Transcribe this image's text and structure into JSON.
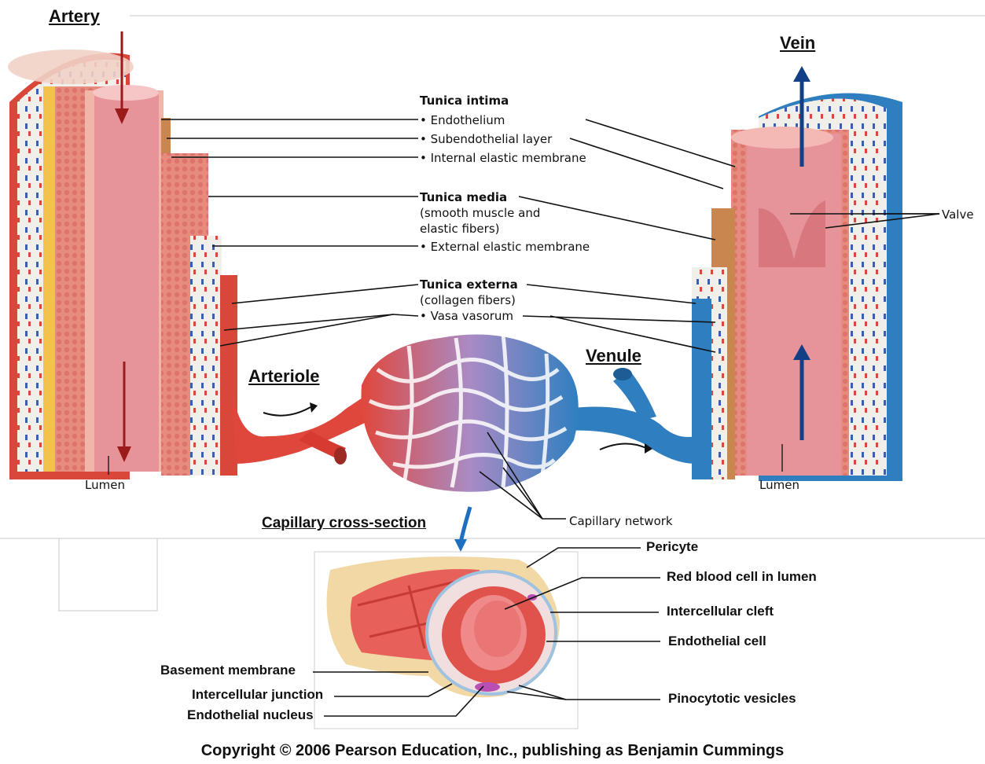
{
  "headings": {
    "artery": "Artery",
    "vein": "Vein",
    "arteriole": "Arteriole",
    "venule": "Venule",
    "capillary_cross_section": "Capillary cross-section"
  },
  "labels": {
    "tunica_intima": "Tunica intima",
    "endothelium": "• Endothelium",
    "subendothelial_layer": "• Subendothelial layer",
    "internal_elastic_membrane": "• Internal elastic membrane",
    "tunica_media": "Tunica media",
    "tunica_media_desc_1": "(smooth muscle and",
    "tunica_media_desc_2": "elastic fibers)",
    "external_elastic_membrane": "• External elastic membrane",
    "tunica_externa": "Tunica externa",
    "tunica_externa_desc": "(collagen fibers)",
    "vasa_vasorum": "• Vasa vasorum",
    "valve": "Valve",
    "lumen_left": "Lumen",
    "lumen_right": "Lumen",
    "capillary_network": "Capillary network"
  },
  "capillary_labels": {
    "pericyte": "Pericyte",
    "red_blood_cell": "Red blood  cell in lumen",
    "intercellular_cleft": "Intercellular cleft",
    "endothelial_cell": "Endothelial  cell",
    "pinocytotic_vesicles": "Pinocytotic vesicles",
    "basement_membrane": "Basement membrane",
    "intercellular_junction": "Intercellular junction",
    "endothelial_nucleus": "Endothelial  nucleus"
  },
  "copyright": "Copyright © 2006 Pearson Education, Inc., publishing as Benjamin Cummings",
  "colors": {
    "arterial_red": "#e0473c",
    "venous_blue": "#2f7fc0",
    "muscle_pink": "#e8867c",
    "lumen_pink": "#e7939a",
    "elastic_yellow": "#f2c24a",
    "arrow_red": "#9b1b1b",
    "arrow_blue": "#123f86"
  }
}
